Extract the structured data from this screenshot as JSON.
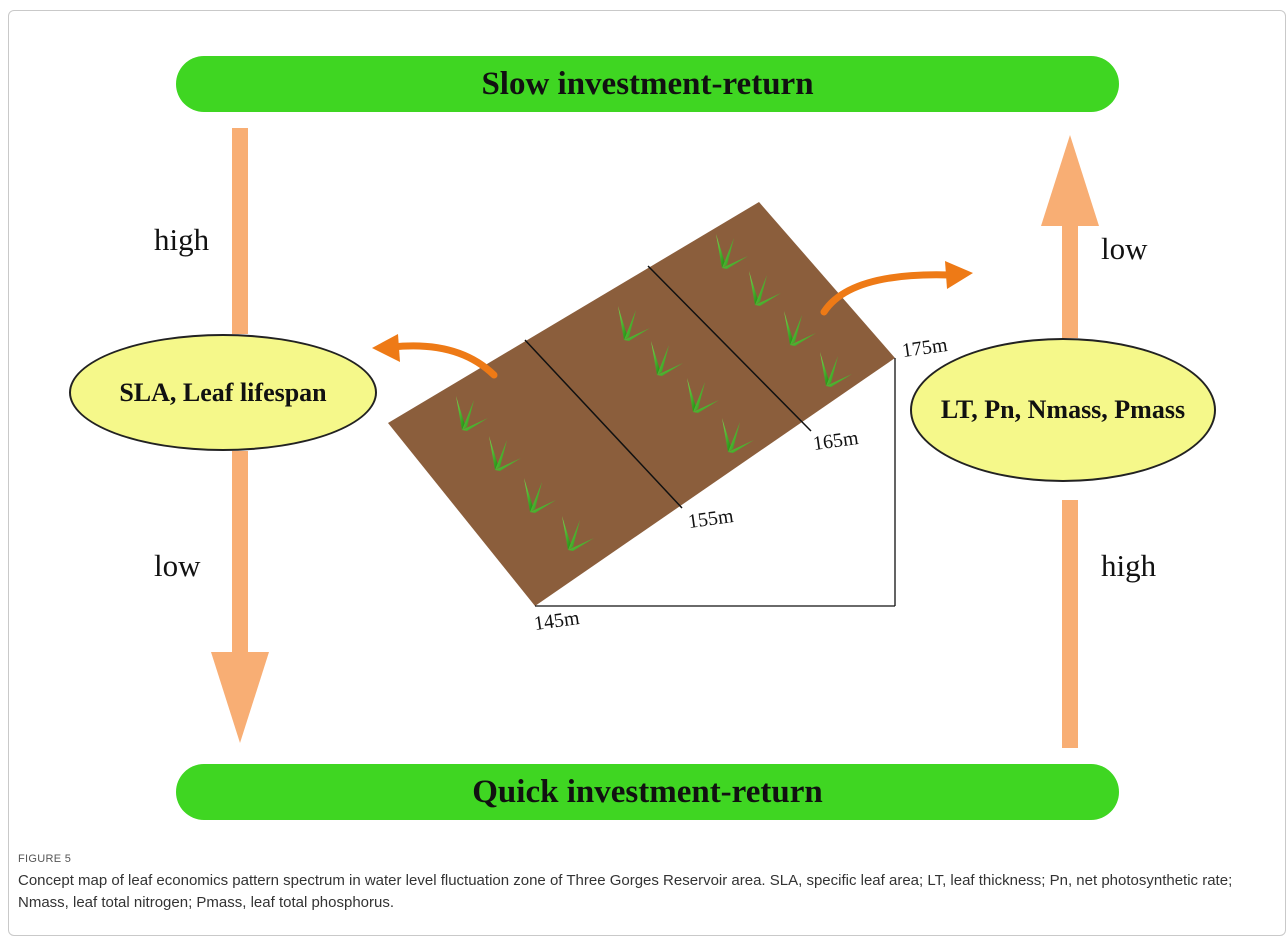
{
  "banners": {
    "top": "Slow investment-return",
    "bottom": "Quick investment-return"
  },
  "left_panel": {
    "ellipse": "SLA, Leaf lifespan",
    "upper_label": "high",
    "lower_label": "low"
  },
  "right_panel": {
    "ellipse": "LT, Pn, Nmass, Pmass",
    "upper_label": "low",
    "lower_label": "high"
  },
  "elevations": [
    "145m",
    "155m",
    "165m",
    "175m"
  ],
  "colors": {
    "banner_green": "#3fd622",
    "ellipse_yellow": "#f5f88a",
    "arrow_peach": "#f8ae74",
    "arrow_orange": "#ee7a16",
    "soil_brown": "#8b5e3c",
    "grass_green": "#2fa31a"
  },
  "figure": {
    "number": "FIGURE 5",
    "caption": "Concept map of leaf economics pattern spectrum in water level fluctuation zone of Three Gorges Reservoir area. SLA, specific leaf area; LT, leaf thickness; Pn, net photosynthetic rate; Nmass, leaf total nitrogen; Pmass, leaf total phosphorus."
  }
}
